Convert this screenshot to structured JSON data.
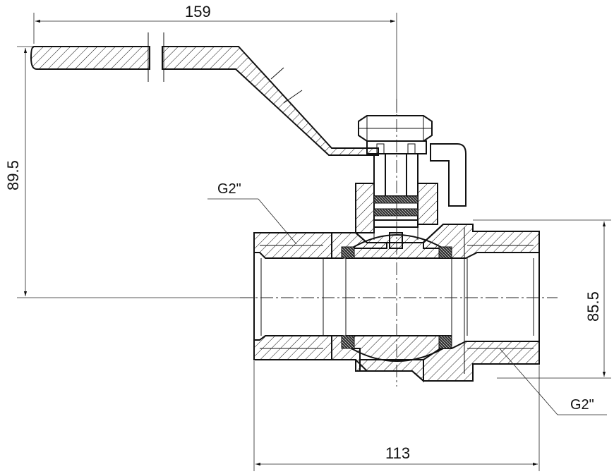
{
  "dimensions": {
    "handle_length": "159",
    "height": "89.5",
    "body_height": "85.5",
    "body_length": "113"
  },
  "threads": {
    "left": "G2\"",
    "right": "G2\""
  }
}
